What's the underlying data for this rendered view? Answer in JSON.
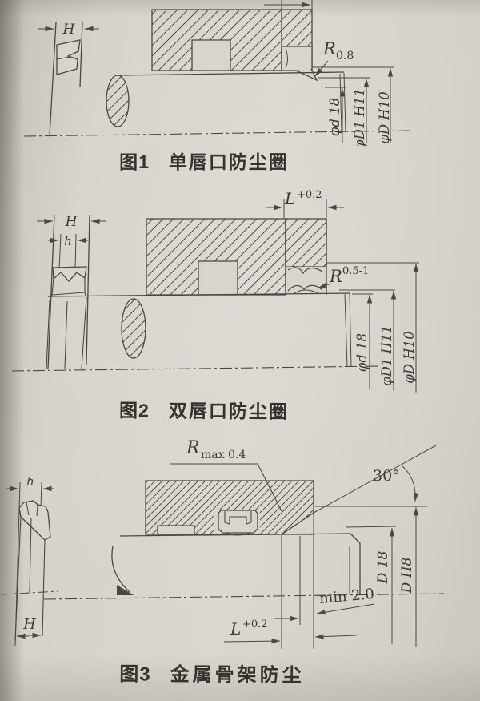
{
  "page": {
    "background": "#d6d3ca",
    "line_color": "#4a4843"
  },
  "fig1": {
    "caption_no": "图1",
    "caption_title": "单唇口防尘圈",
    "dim_H": "H",
    "radius_base": "R",
    "radius_value": "0.8",
    "dia_d": "φd 18",
    "dia_D1": "φD1 H11",
    "dia_D": "φD H10"
  },
  "fig2": {
    "caption_no": "图2",
    "caption_title": "双唇口防尘圈",
    "dim_L_base": "L",
    "dim_L_tol": "+0.2",
    "dim_H": "H",
    "dim_h": "h",
    "radius_base": "R",
    "radius_value": "0.5-1",
    "dia_d": "φd 18",
    "dia_D1": "φD1 H11",
    "dia_D": "φD H10"
  },
  "fig3": {
    "caption_no": "图3",
    "caption_title": "金属骨架防尘",
    "radius_base": "R",
    "radius_value": "max 0.4",
    "angle": "30°",
    "dim_h": "h",
    "dim_H": "H",
    "dim_d": "D 18",
    "dim_D": "D H8",
    "min_clearance": "min 2.0",
    "dim_L_base": "L",
    "dim_L_tol": "+0.2"
  }
}
